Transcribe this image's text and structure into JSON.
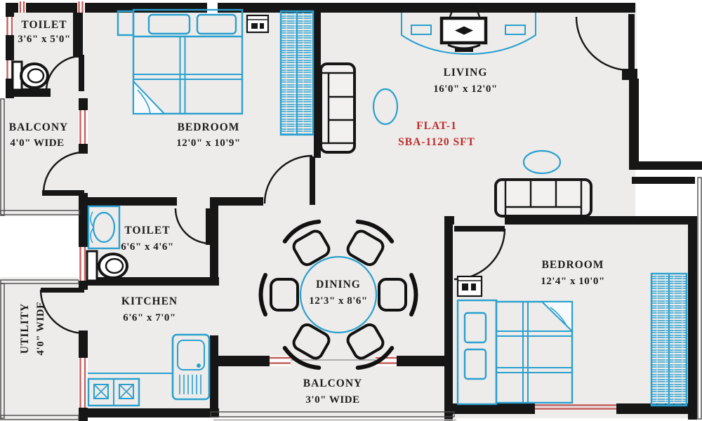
{
  "flat": {
    "name": "FLAT-1",
    "area": "SBA-1120 SFT"
  },
  "rooms": {
    "toilet_top": {
      "name": "TOILET",
      "dims": "3'6\" x 5'0\""
    },
    "bedroom_master": {
      "name": "BEDROOM",
      "dims": "12'0\" x 10'9\""
    },
    "living": {
      "name": "LIVING",
      "dims": "16'0\" x 12'0\""
    },
    "balcony_left": {
      "name": "BALCONY",
      "dims": "4'0\" WIDE"
    },
    "toilet_mid": {
      "name": "TOILET",
      "dims": "6'6\" x 4'6\""
    },
    "kitchen": {
      "name": "KITCHEN",
      "dims": "6'6\" x 7'0\""
    },
    "utility": {
      "name": "UTILITY",
      "dims": "4'0\" WIDE"
    },
    "dining": {
      "name": "DINING",
      "dims": "12'3\" x 8'6\""
    },
    "bedroom_second": {
      "name": "BEDROOM",
      "dims": "12'4\" x 10'0\""
    },
    "balcony_bottom": {
      "name": "BALCONY",
      "dims": "3'0\" WIDE"
    }
  },
  "colors": {
    "wall": "#161616",
    "furniture_blue": "#2aa0cf",
    "window_pink": "#c4625f",
    "accent_red": "#bf2b28",
    "floor": "#edecea"
  }
}
